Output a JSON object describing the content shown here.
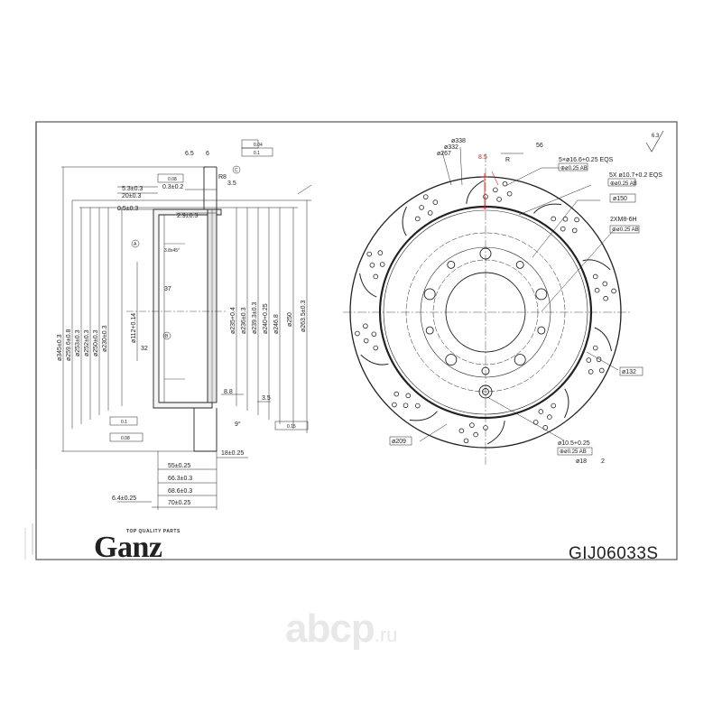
{
  "brand": {
    "name": "Ganz",
    "tagline": "TOP QUALITY PARTS"
  },
  "part_number": "GIJ06033S",
  "watermark": {
    "main": "abcp",
    "suffix": ".ru"
  },
  "section_view": {
    "vertical_dims": [
      "ø345±0.3",
      "ø259.6±0.8",
      "ø253±0.3",
      "ø252±0.3",
      "ø250±0.3",
      "ø230±0.3",
      "ø112+0.14",
      "ø235+0.4",
      "ø236±0.3",
      "ø239.3±0.3",
      "ø240+0.25",
      "ø246.8",
      "ø250",
      "ø263.5±0.3"
    ],
    "top_dims": [
      "6.5",
      "6",
      "5.3±0.3",
      "20±0.3",
      "0.3±0.2",
      "0.5±0.3",
      "2.9±0.3",
      "3.5",
      "R8"
    ],
    "bottom_dims": [
      "18±0.25",
      "55±0.25",
      "66.3±0.3",
      "68.6±0.3",
      "6.4±0.25",
      "70±0.25"
    ],
    "misc": [
      "3.8x45°",
      "8.8",
      "3.5",
      "9°",
      "37",
      "32"
    ],
    "tolerances": [
      "0.04",
      "0.1",
      "0.08",
      "0.1",
      "0.08",
      "0.15"
    ],
    "datum_labels": [
      "A",
      "B",
      "C"
    ]
  },
  "front_view": {
    "top_labels": [
      "ø338",
      "ø332",
      "ø267",
      "8.5",
      "R",
      "56",
      "6.3"
    ],
    "notes": [
      {
        "text": "5×ø16.6+0.25 EQS"
      },
      {
        "text": "⊕ø0.25 AB"
      },
      {
        "text": "5X ø10.7+0.2 EQS"
      },
      {
        "text": "⊕ø0.25 AB"
      },
      {
        "text": "ø150"
      },
      {
        "text": "2XM8-6H"
      },
      {
        "text": "⊕ø0.25 AB"
      },
      {
        "text": "ø132"
      },
      {
        "text": "ø209"
      },
      {
        "text": "ø10.5+0.25"
      },
      {
        "text": "⊕ø0.25 AB"
      },
      {
        "text": "ø18"
      },
      {
        "text": "2"
      }
    ]
  }
}
